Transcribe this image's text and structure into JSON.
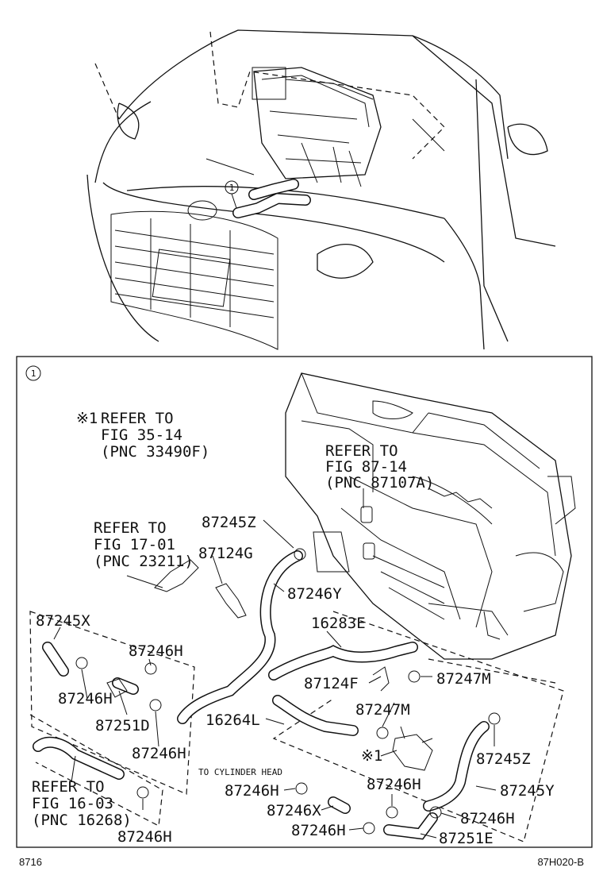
{
  "overview": {
    "callout": "1"
  },
  "detail": {
    "callout": "1",
    "refs": {
      "ref_35": {
        "mark": "※1",
        "line1": "REFER TO",
        "line2": "FIG 35-14",
        "line3": "(PNC 33490F)"
      },
      "ref_87": {
        "line1": "REFER TO",
        "line2": "FIG 87-14",
        "line3": "(PNC 87107A)"
      },
      "ref_17": {
        "line1": "REFER TO",
        "line2": "FIG 17-01",
        "line3": "(PNC 23211)"
      },
      "ref_16": {
        "line1": "REFER TO",
        "line2": "FIG 16-03",
        "line3": "(PNC 16268)"
      }
    },
    "parts": {
      "p87245Z_top": "87245Z",
      "p87124G": "87124G",
      "p87246Y": "87246Y",
      "p87245X": "87245X",
      "p87246H_a": "87246H",
      "p16283E": "16283E",
      "p87246H_b": "87246H",
      "p87124F": "87124F",
      "p87247M_a": "87247M",
      "p87251D": "87251D",
      "p87247M_b": "87247M",
      "p16264L": "16264L",
      "p87246H_c": "87246H",
      "p87245Z_bot": "87245Z",
      "p87246H_d": "87246H",
      "p87245Y": "87245Y",
      "p87246H_e": "87246H",
      "p87246X": "87246X",
      "p87246H_f": "87246H",
      "p87246H_g": "87246H",
      "p87251E": "87251E",
      "p87246H_h": "87246H"
    },
    "marker_x1": "※1",
    "cylinder_note": "TO CYLINDER HEAD"
  },
  "footer": {
    "left": "8716",
    "right": "87H020-B"
  }
}
